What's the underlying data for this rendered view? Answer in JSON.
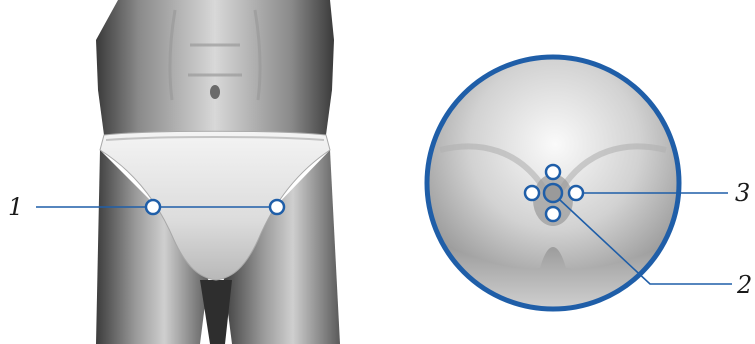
{
  "labels": {
    "label_1": "1",
    "label_2": "2",
    "label_3": "3"
  },
  "colors": {
    "marker_stroke": "#1f5ea8",
    "marker_fill": "#ffffff",
    "lens_border": "#1f5ea8",
    "leader_line": "#1f5ea8",
    "skin_light": "#e8e8e8",
    "skin_dark": "#4a4a4a"
  },
  "icons": {
    "marker": "circle-marker",
    "magnifier": "circular-zoom-inset"
  }
}
